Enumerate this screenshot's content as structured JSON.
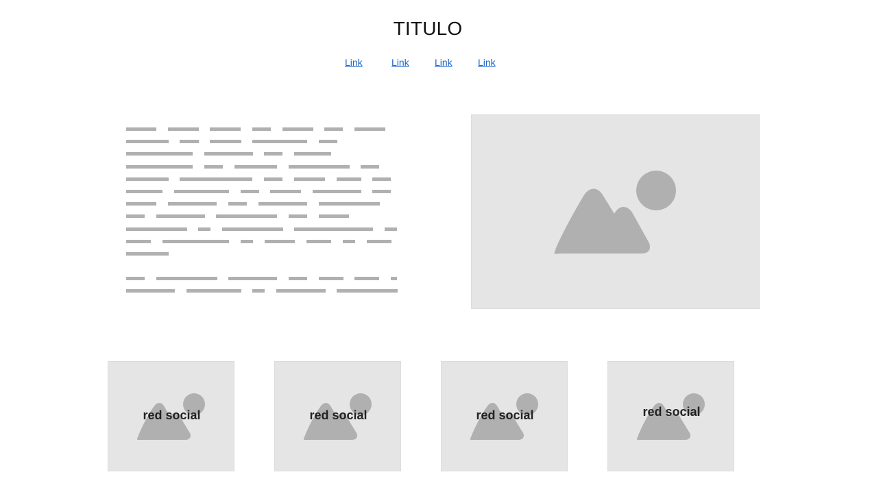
{
  "header": {
    "title": "TITULO"
  },
  "nav": {
    "links": [
      "Link",
      "Link",
      "Link",
      "Link"
    ]
  },
  "hero": {
    "image_icon": "image-placeholder-icon"
  },
  "cards": [
    {
      "label": "red social",
      "icon": "image-placeholder-icon"
    },
    {
      "label": "red social",
      "icon": "image-placeholder-icon"
    },
    {
      "label": "red social",
      "icon": "image-placeholder-icon"
    },
    {
      "label": "red social",
      "icon": "image-placeholder-icon"
    }
  ],
  "colors": {
    "placeholder_bg": "#e5e5e5",
    "placeholder_shape": "#b0b0b0",
    "link": "#1a66cc"
  }
}
